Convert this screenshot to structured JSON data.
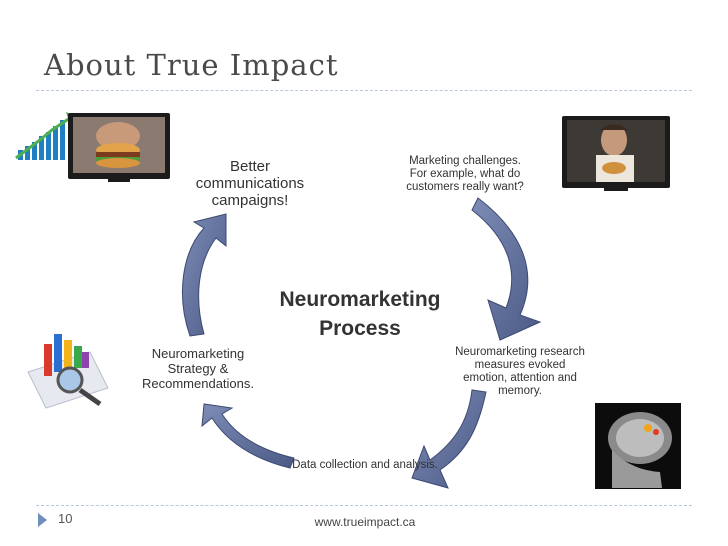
{
  "slide": {
    "title": "About True Impact",
    "page_number": "10",
    "footer_url": "www.trueimpact.ca"
  },
  "diagram": {
    "center_line1": "Neuromarketing",
    "center_line2": "Process",
    "steps": [
      {
        "id": "better",
        "lines": [
          "Better",
          "communications",
          "campaigns!"
        ]
      },
      {
        "id": "challenges",
        "lines": [
          "Marketing challenges.",
          "For example, what do",
          "customers really want?"
        ]
      },
      {
        "id": "research",
        "lines": [
          "Neuromarketing research",
          "measures evoked",
          "emotion, attention and",
          "memory."
        ]
      },
      {
        "id": "data",
        "lines": [
          "Data collection and analysis."
        ]
      },
      {
        "id": "strategy",
        "lines": [
          "Neuromarketing",
          "Strategy &",
          "Recommendations."
        ]
      }
    ]
  },
  "colors": {
    "arrow_fill": "#5f6f9a",
    "arrow_edge": "#3c4a72",
    "title_text": "#4a4a4a",
    "accent": "#6d8fb8"
  },
  "images": [
    {
      "name": "growth-chart-icon"
    },
    {
      "name": "tv-burger-eater-image"
    },
    {
      "name": "tv-man-eating-image"
    },
    {
      "name": "bar-chart-magnifier-icon"
    },
    {
      "name": "brain-mri-image"
    }
  ]
}
